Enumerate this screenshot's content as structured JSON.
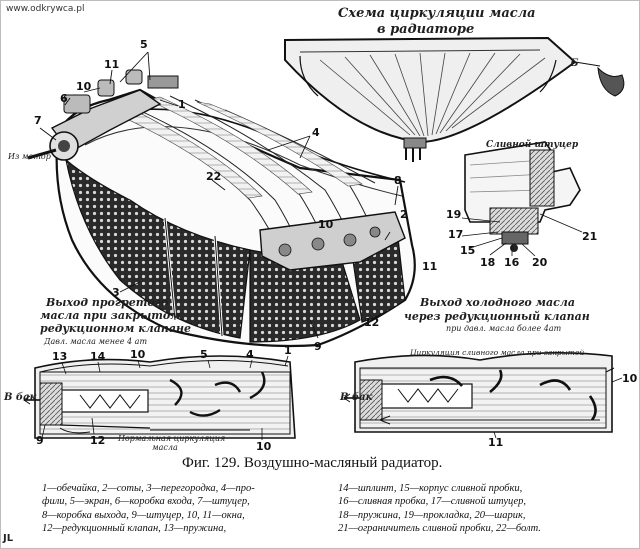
{
  "watermark": "www.odkrywca.pl",
  "signature": "JL",
  "top_title": {
    "line1": "Схема циркуляции масла",
    "line2": "в радиаторе"
  },
  "fitting_label": "Сливной штуцер",
  "io_label": "Из мотор",
  "side_label": "Б",
  "warm_block": {
    "line1": "Выход прогретого",
    "line2": "масла при закрытом",
    "line3": "редукционном клапане",
    "line4": "Давл. масла менее 4 ат"
  },
  "cold_block": {
    "line1": "Выход холодного масла",
    "line2": "через редукционный клапан",
    "line3": "при давл. масла более 4ат"
  },
  "to_tank": "В бак",
  "normal_circulation": {
    "line1": "Нормальная циркуляция",
    "line2": "масла"
  },
  "closed_circulation": "Циркуляция сливного масла при закрытой",
  "main_numbers": [
    "5",
    "11",
    "6",
    "10",
    "7",
    "1",
    "4",
    "22",
    "8",
    "2",
    "3",
    "10",
    "11",
    "9",
    "12"
  ],
  "fitting_numbers": [
    "19",
    "17",
    "15",
    "18",
    "16",
    "20",
    "21"
  ],
  "left_section_numbers": [
    "13",
    "14",
    "10",
    "5",
    "4",
    "1",
    "12",
    "9",
    "10"
  ],
  "right_section_numbers": [
    "10",
    "11"
  ],
  "caption": "Фиг. 129. Воздушно-масляный радиатор.",
  "legend_left": [
    "1—обечайка, 2—соты, 3—перегородка, 4—про-",
    "фили, 5—экран, 6—коробка входа, 7—штуцер,",
    "8—коробка выхода, 9—штуцер, 10, 11—окна,",
    "12—редукционный клапан, 13—пружина,"
  ],
  "legend_right": [
    "14—шплинт, 15—корпус сливной пробки,",
    "16—сливная пробка, 17—сливной штуцер,",
    "18—пружина, 19—прокладка, 20—шарик,",
    "21—ограничитель сливной пробки, 22—болт."
  ]
}
